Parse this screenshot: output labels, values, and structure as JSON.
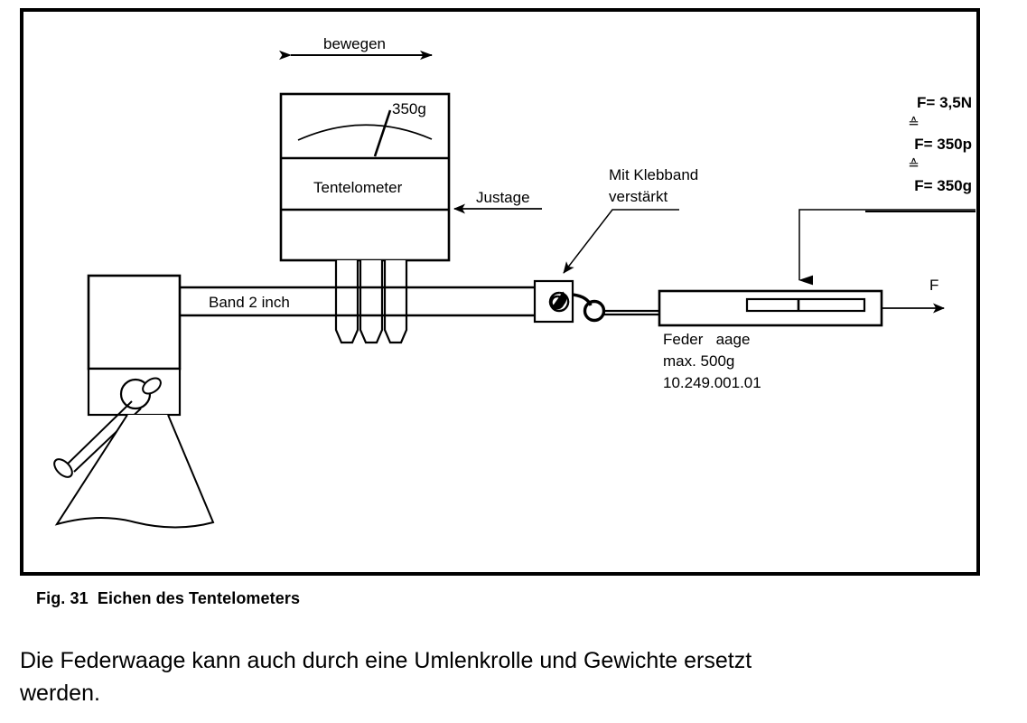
{
  "figure": {
    "caption": "Fig. 31  Eichen des Tentelometers",
    "labels": {
      "bewegen": "bewegen",
      "gauge_reading": "350g",
      "device_name": "Tentelometer",
      "justage": "Justage",
      "band": "Band 2 inch",
      "tape_line1": "Mit Klebband",
      "tape_line2": "verstärkt",
      "scale_line1": "Feder   aage",
      "scale_line2": "max. 500g",
      "scale_line3": "10.249.001.01",
      "force_arrow": "F"
    },
    "force_equivalence": {
      "row1": "F= 3,5N",
      "equiv1": "≙",
      "row2": "F= 350p",
      "equiv2": "≙",
      "row3": "F= 350g"
    },
    "colors": {
      "ink": "#000000",
      "paper": "#ffffff"
    }
  },
  "body": {
    "line1": "Die Federwaage kann auch durch eine Umlenkrolle und Gewichte ersetzt",
    "line2": "werden."
  }
}
